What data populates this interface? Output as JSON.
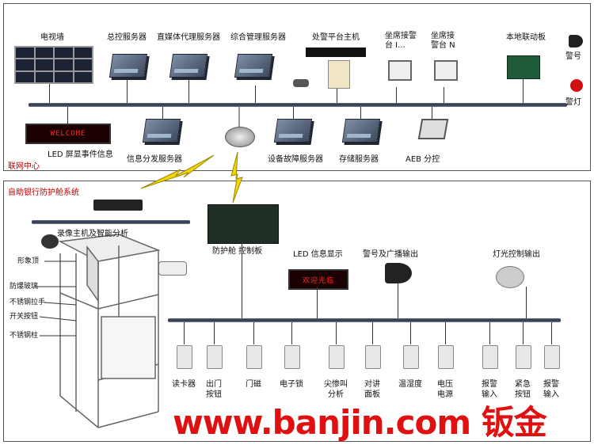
{
  "network_center": {
    "section_label": "联网中心",
    "top_labels": {
      "tv_wall": "电视墙",
      "master_server": "总控服务器",
      "media_proxy": "直媒体代理服务器",
      "integrated_mgmt": "综合管理服务器",
      "alarm_host": "处警平台主机",
      "seat_1": "坐席接警台 I...",
      "seat_n": "坐席接警台 N",
      "local_linkage": "本地联动板",
      "siren": "警号",
      "alarm_light": "警灯"
    },
    "bottom_labels": {
      "led_event": "LED 屏显事件信息",
      "info_dispatch": "信息分发服务器",
      "device_fault": "设备故障服务器",
      "storage": "存储服务器",
      "aeb": "AEB 分控"
    },
    "led_text": "WELCOME"
  },
  "booth_system": {
    "section_label": "自助银行防护舱系统",
    "recorder": "录像主机及智能分析",
    "control_board": "防护舱 控制板",
    "led_display": "LED 信息显示",
    "siren_broadcast": "警号及广播输出",
    "light_control": "灯光控制输出",
    "led_text": "欢迎光临",
    "booth_parts": [
      "形象顶",
      "防爆玻璃",
      "不锈钢拉手",
      "开关按钮",
      "不锈钢柱"
    ],
    "devices": [
      {
        "l1": "读卡器",
        "l2": ""
      },
      {
        "l1": "出门",
        "l2": "按钮"
      },
      {
        "l1": "门磁",
        "l2": ""
      },
      {
        "l1": "电子锁",
        "l2": ""
      },
      {
        "l1": "尖惨叫",
        "l2": "分析"
      },
      {
        "l1": "对讲",
        "l2": "面板"
      },
      {
        "l1": "温湿度",
        "l2": ""
      },
      {
        "l1": "电压",
        "l2": "电源"
      },
      {
        "l1": "报警",
        "l2": "输入"
      },
      {
        "l1": "紧急",
        "l2": "按钮"
      },
      {
        "l1": "报警",
        "l2": "输入"
      }
    ]
  },
  "watermark": "www.banjin.com 钣金"
}
